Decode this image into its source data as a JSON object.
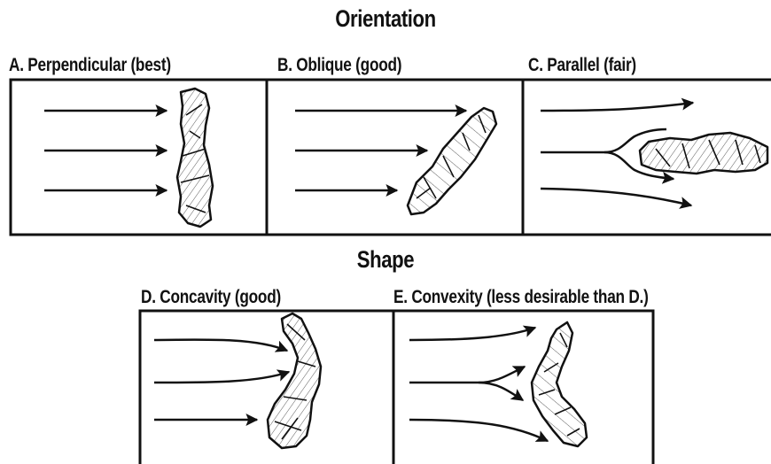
{
  "orientation": {
    "heading": "Orientation",
    "panels": [
      {
        "label": "A.  Perpendicular (best)"
      },
      {
        "label": "B.  Oblique (good)"
      },
      {
        "label": "C. Parallel (fair)"
      }
    ]
  },
  "shape": {
    "heading": "Shape",
    "panels": [
      {
        "label": "D.  Concavity (good)"
      },
      {
        "label": "E. Convexity (less desirable than D.)"
      }
    ]
  }
}
